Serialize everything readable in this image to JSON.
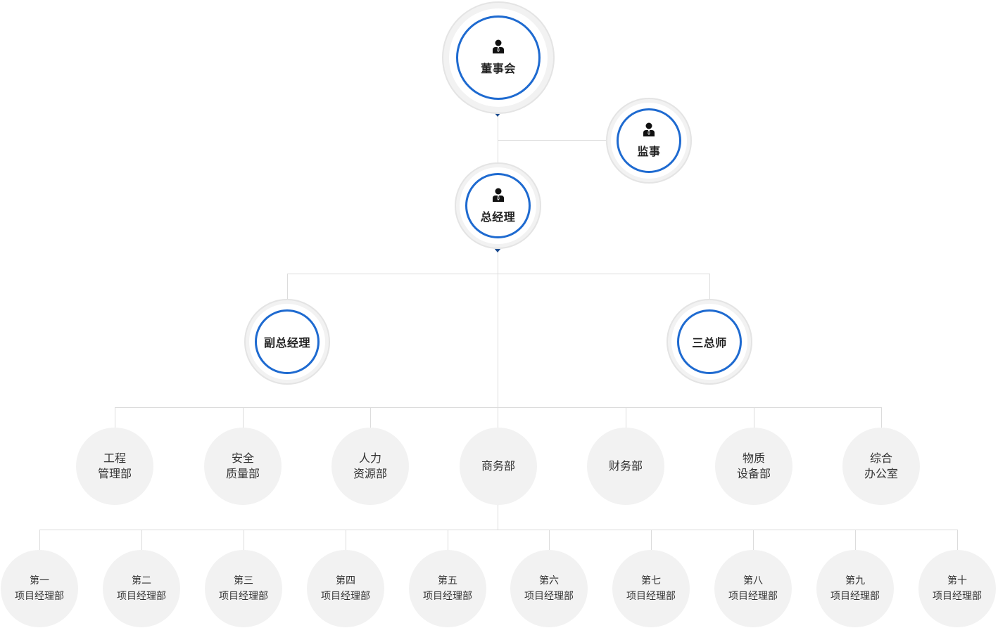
{
  "colors": {
    "ring_blue": "#1e6ad0",
    "arrow_navy": "#1b4b8f",
    "node_gray": "#f2f2f2",
    "line_gray": "#dcdcdc"
  },
  "top": {
    "board": {
      "label": "董事会",
      "icon": "person-icon"
    },
    "supervisor": {
      "label": "监事",
      "icon": "person-icon"
    },
    "general_manager": {
      "label": "总经理",
      "icon": "person-icon"
    }
  },
  "deputies": [
    {
      "label": "副总经理"
    },
    {
      "label": "三总师"
    }
  ],
  "departments": [
    {
      "line1": "工程",
      "line2": "管理部"
    },
    {
      "line1": "安全",
      "line2": "质量部"
    },
    {
      "line1": "人力",
      "line2": "资源部"
    },
    {
      "line1": "商务部",
      "line2": ""
    },
    {
      "line1": "财务部",
      "line2": ""
    },
    {
      "line1": "物质",
      "line2": "设备部"
    },
    {
      "line1": "综合",
      "line2": "办公室"
    }
  ],
  "projects": [
    {
      "line1": "第一",
      "line2": "项目经理部"
    },
    {
      "line1": "第二",
      "line2": "项目经理部"
    },
    {
      "line1": "第三",
      "line2": "项目经理部"
    },
    {
      "line1": "第四",
      "line2": "项目经理部"
    },
    {
      "line1": "第五",
      "line2": "项目经理部"
    },
    {
      "line1": "第六",
      "line2": "项目经理部"
    },
    {
      "line1": "第七",
      "line2": "项目经理部"
    },
    {
      "line1": "第八",
      "line2": "项目经理部"
    },
    {
      "line1": "第九",
      "line2": "项目经理部"
    },
    {
      "line1": "第十",
      "line2": "项目经理部"
    }
  ]
}
